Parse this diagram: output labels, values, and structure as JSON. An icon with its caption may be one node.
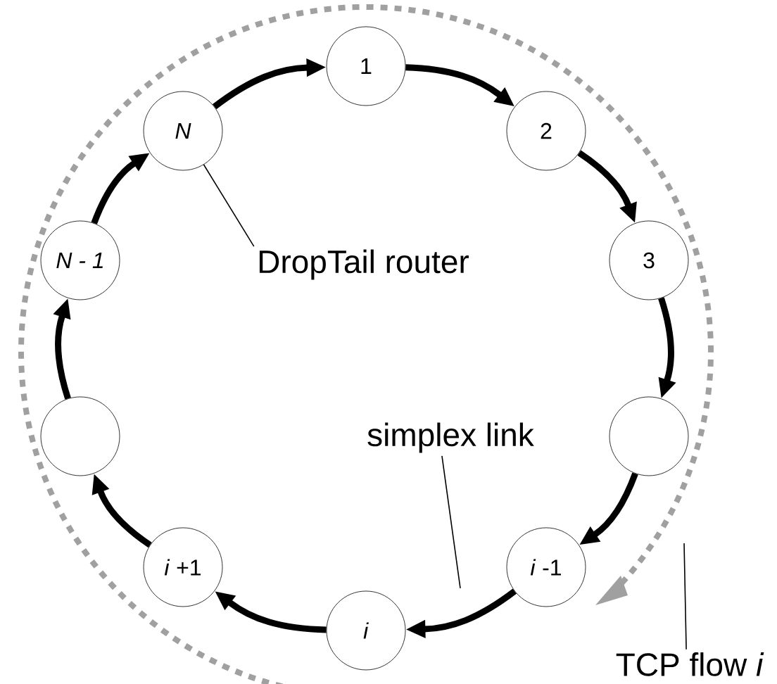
{
  "diagram": {
    "nodes": [
      {
        "text": [
          "1"
        ]
      },
      {
        "text": [
          "2"
        ]
      },
      {
        "text": [
          "3"
        ]
      },
      {
        "text": [],
        "shape": "circle"
      },
      {
        "text": [
          "*i* -1"
        ]
      },
      {
        "text": [
          "*i*"
        ]
      },
      {
        "text": [
          "*i* +1"
        ]
      },
      {
        "text": [],
        "shape": "circle"
      },
      {
        "text": [
          "*N - 1*"
        ]
      },
      {
        "text": [
          "*N*"
        ]
      },
      {
        "text": [
          "DropTail router"
        ]
      },
      {
        "text": [
          "simplex link"
        ]
      },
      {
        "text": [
          "TCP flow *i*"
        ]
      }
    ],
    "edges": [
      {
        "from": 0,
        "to": 1,
        "arrow": "to"
      },
      {
        "from": 1,
        "to": 2,
        "arrow": "to"
      },
      {
        "from": 2,
        "to": 7,
        "arrow": "to"
      },
      {
        "from": 7,
        "to": 4,
        "arrow": "to"
      },
      {
        "from": 4,
        "to": 5,
        "arrow": "to"
      },
      {
        "from": 5,
        "to": 6,
        "arrow": "to"
      },
      {
        "from": 6,
        "to": 3,
        "arrow": "to"
      },
      {
        "from": 3,
        "to": 8,
        "arrow": "to"
      },
      {
        "from": 8,
        "to": 9,
        "arrow": "to"
      },
      {
        "from": 9,
        "to": 0,
        "arrow": "to"
      },
      {
        "from": 10,
        "to": 9,
        "arrow": "none"
      },
      {
        "from": 11,
        "to": null,
        "arrow": "none"
      },
      {
        "from": 12,
        "to": null,
        "arrow": "none"
      }
    ]
  }
}
